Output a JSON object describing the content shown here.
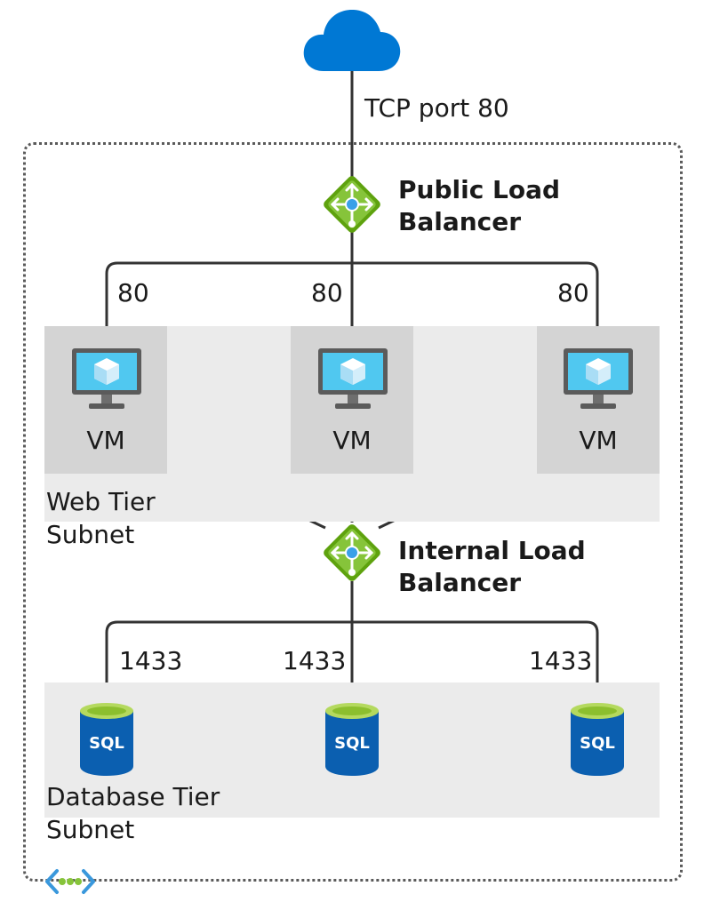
{
  "diagram": {
    "cloud_icon": "cloud-icon",
    "ingress_label": "TCP port 80",
    "public_lb": {
      "label": "Public Load\nBalancer",
      "icon": "load-balancer-icon",
      "color": "#5ea20e"
    },
    "web_tier": {
      "subnet_label": "Web Tier\nSubnet",
      "port_labels": [
        "80",
        "80",
        "80"
      ],
      "vms": [
        {
          "label": "VM",
          "icon": "virtual-machine-icon"
        },
        {
          "label": "VM",
          "icon": "virtual-machine-icon"
        },
        {
          "label": "VM",
          "icon": "virtual-machine-icon"
        }
      ]
    },
    "internal_lb": {
      "label": "Internal Load\nBalancer",
      "icon": "load-balancer-icon"
    },
    "db_tier": {
      "subnet_label": "Database Tier\nSubnet",
      "port_labels": [
        "1433",
        "1433",
        "1433"
      ],
      "databases": [
        {
          "label": "SQL",
          "icon": "sql-database-icon"
        },
        {
          "label": "SQL",
          "icon": "sql-database-icon"
        },
        {
          "label": "SQL",
          "icon": "sql-database-icon"
        }
      ]
    },
    "vnet_icon": "virtual-network-icon",
    "colors": {
      "azure_blue": "#0078d4",
      "lb_green": "#5ea20e",
      "sql_lime": "#b4d95e"
    }
  }
}
